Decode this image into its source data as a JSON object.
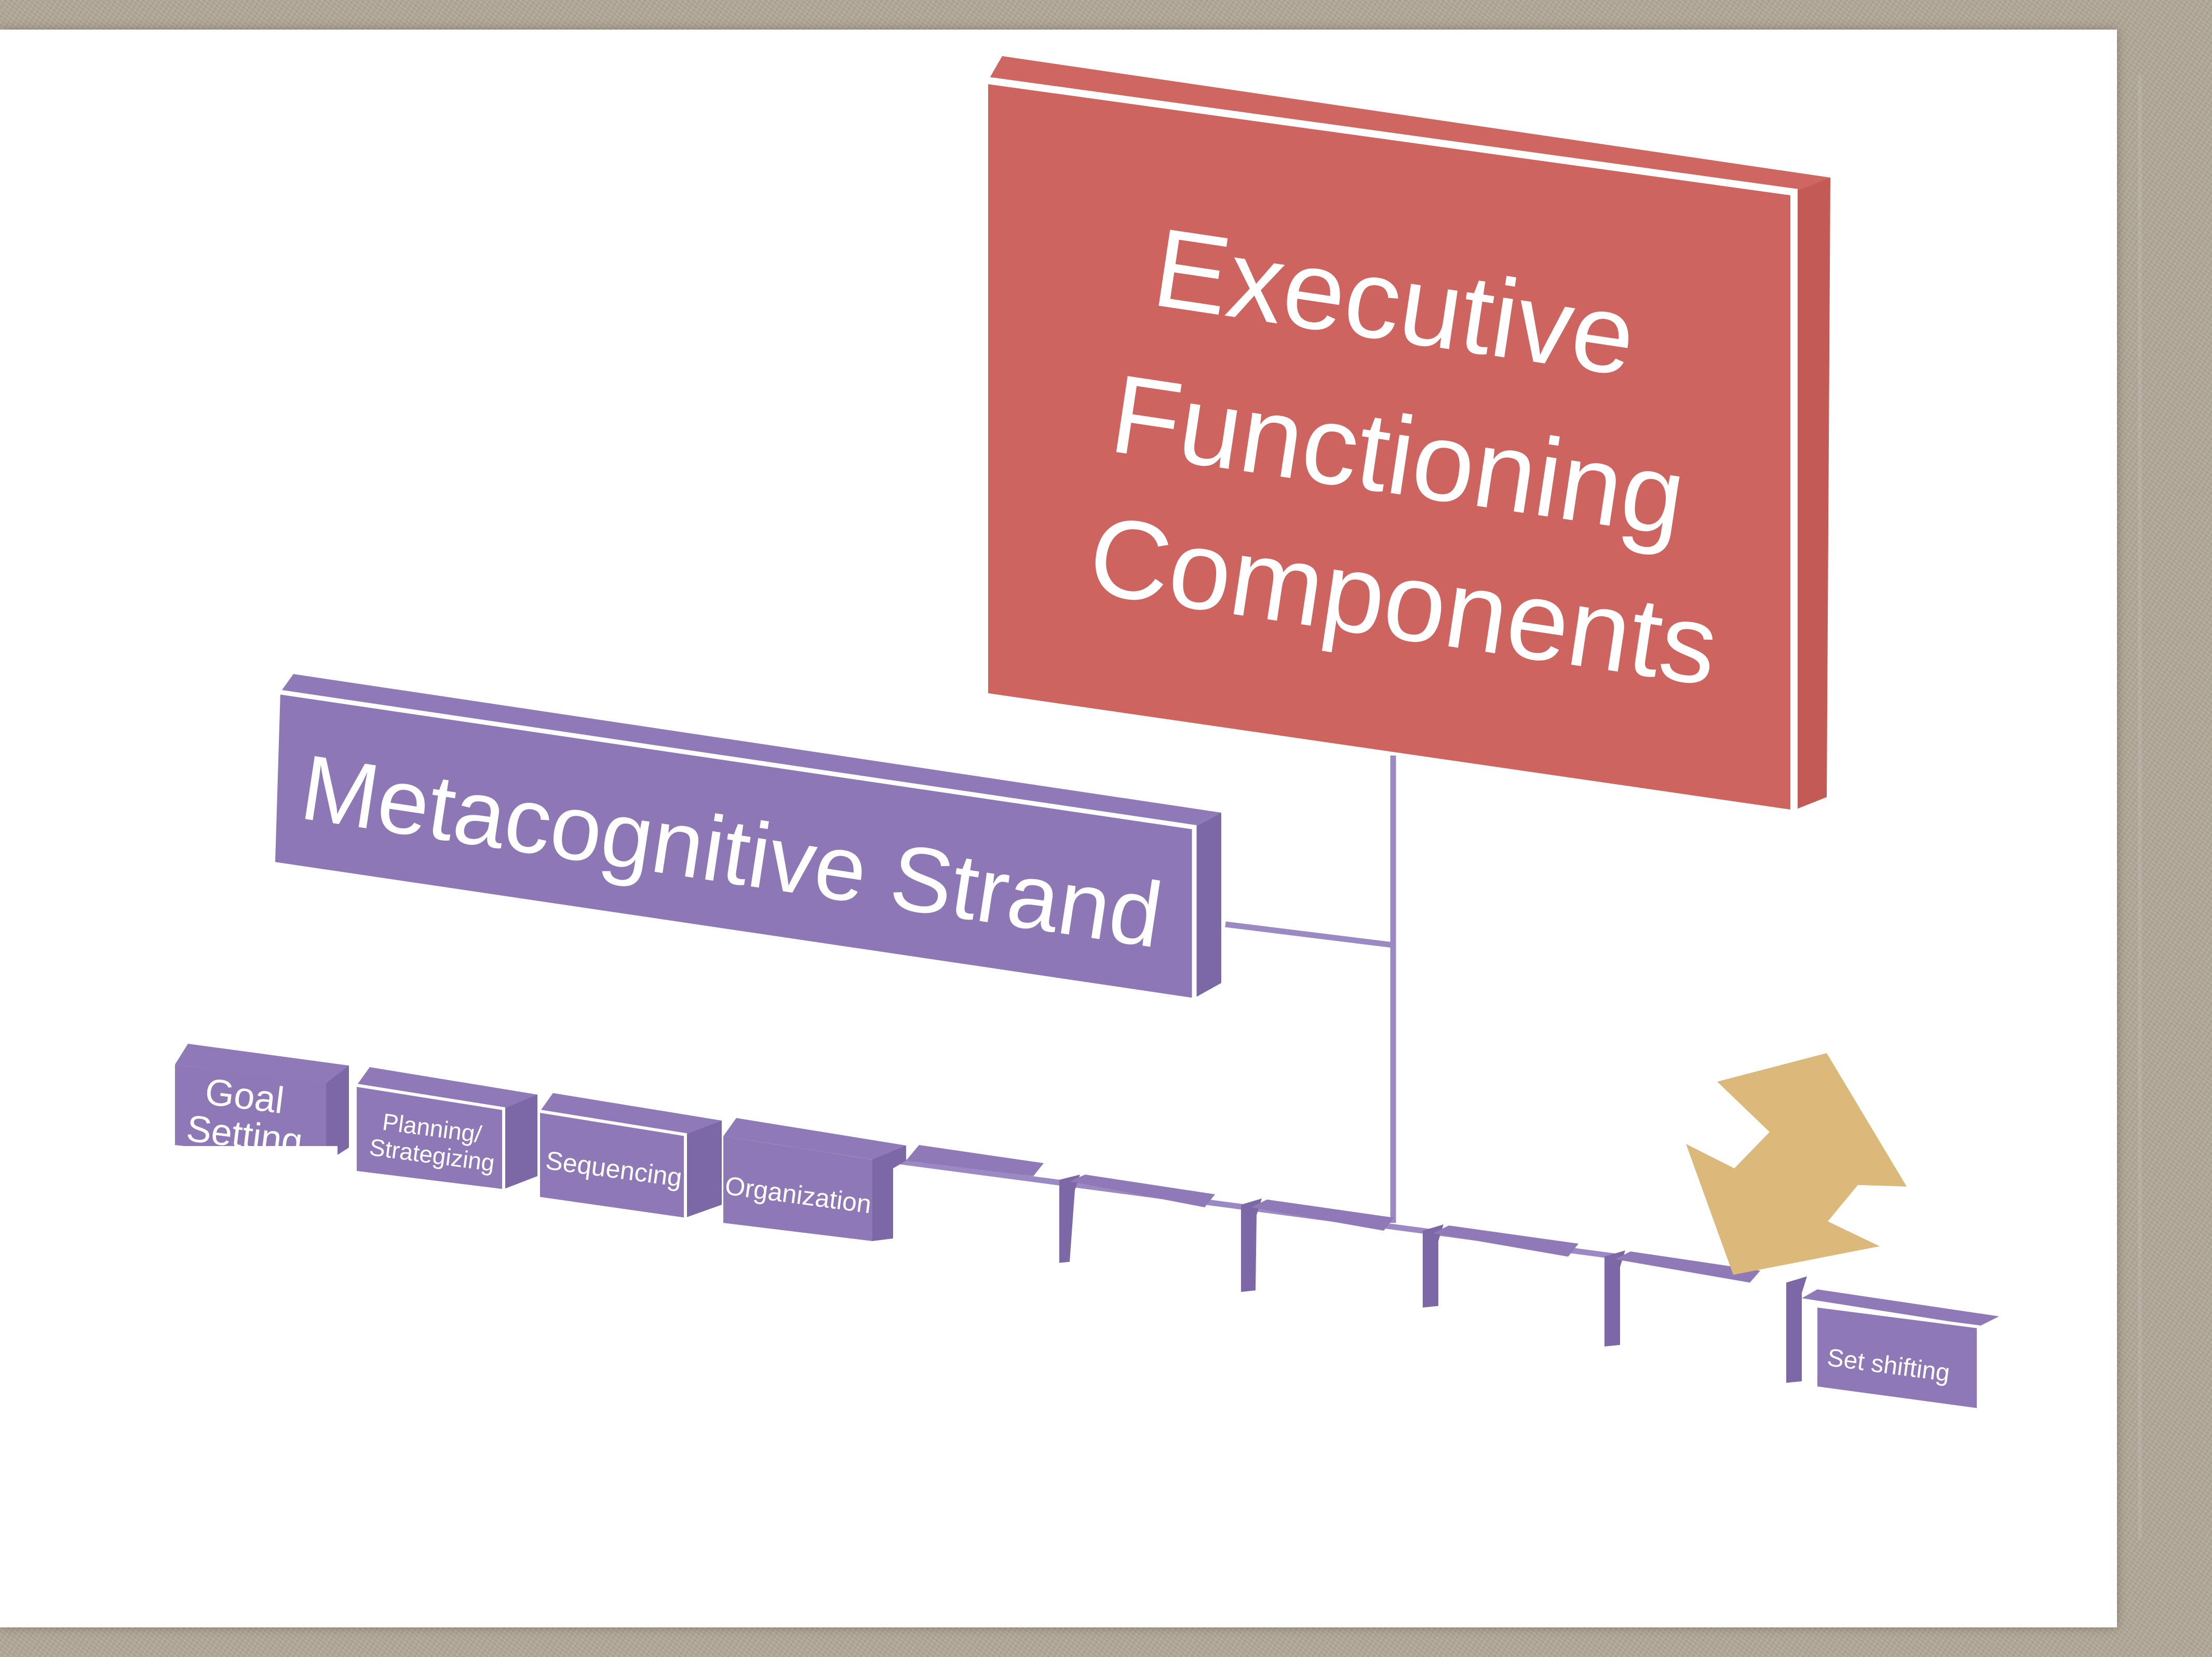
{
  "diagram": {
    "root": {
      "line1": "Executive",
      "line2": "Functioning",
      "line3": "Components"
    },
    "strand": {
      "label": "Metacognitive Strand"
    },
    "leaves": {
      "goal_setting_line1": "Goal",
      "goal_setting_line2": "Setting",
      "planning_line1": "Planning/",
      "planning_line2": "Strategizing",
      "sequencing": "Sequencing",
      "organization": "Organization",
      "set_shifting": "Set shifting"
    },
    "colors": {
      "root": "#cd645f",
      "root_edge": "#b4504c",
      "strand": "#8d78b5",
      "strand_edge": "#7d68a6",
      "leaf": "#8e79b6",
      "connector": "#9b89c4",
      "arrow": "#dab97a",
      "background": "#b2a898",
      "slide": "#ffffff"
    },
    "icons": {
      "arrow": "double-headed-arrow-icon"
    }
  }
}
